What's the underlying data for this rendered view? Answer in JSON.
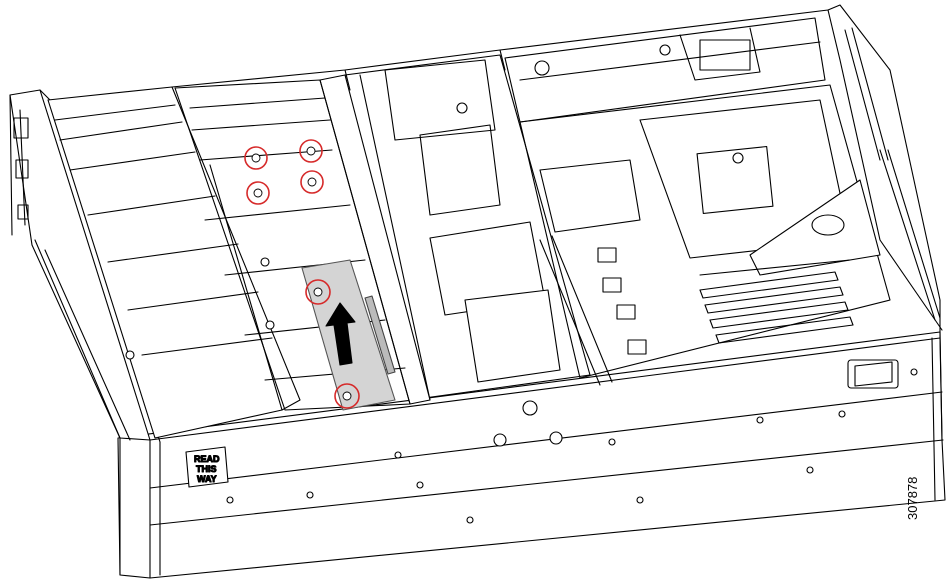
{
  "figure": {
    "id_text": "307878",
    "label_lines": [
      "READ",
      "THIS",
      "WAY"
    ],
    "callout_color": "#d62a2a",
    "highlight_color": "#d4d4d4",
    "arrow_color": "#000000"
  },
  "icons": {
    "arrow": "arrow-up-icon",
    "callouts": "red-circle-callout-icon"
  }
}
